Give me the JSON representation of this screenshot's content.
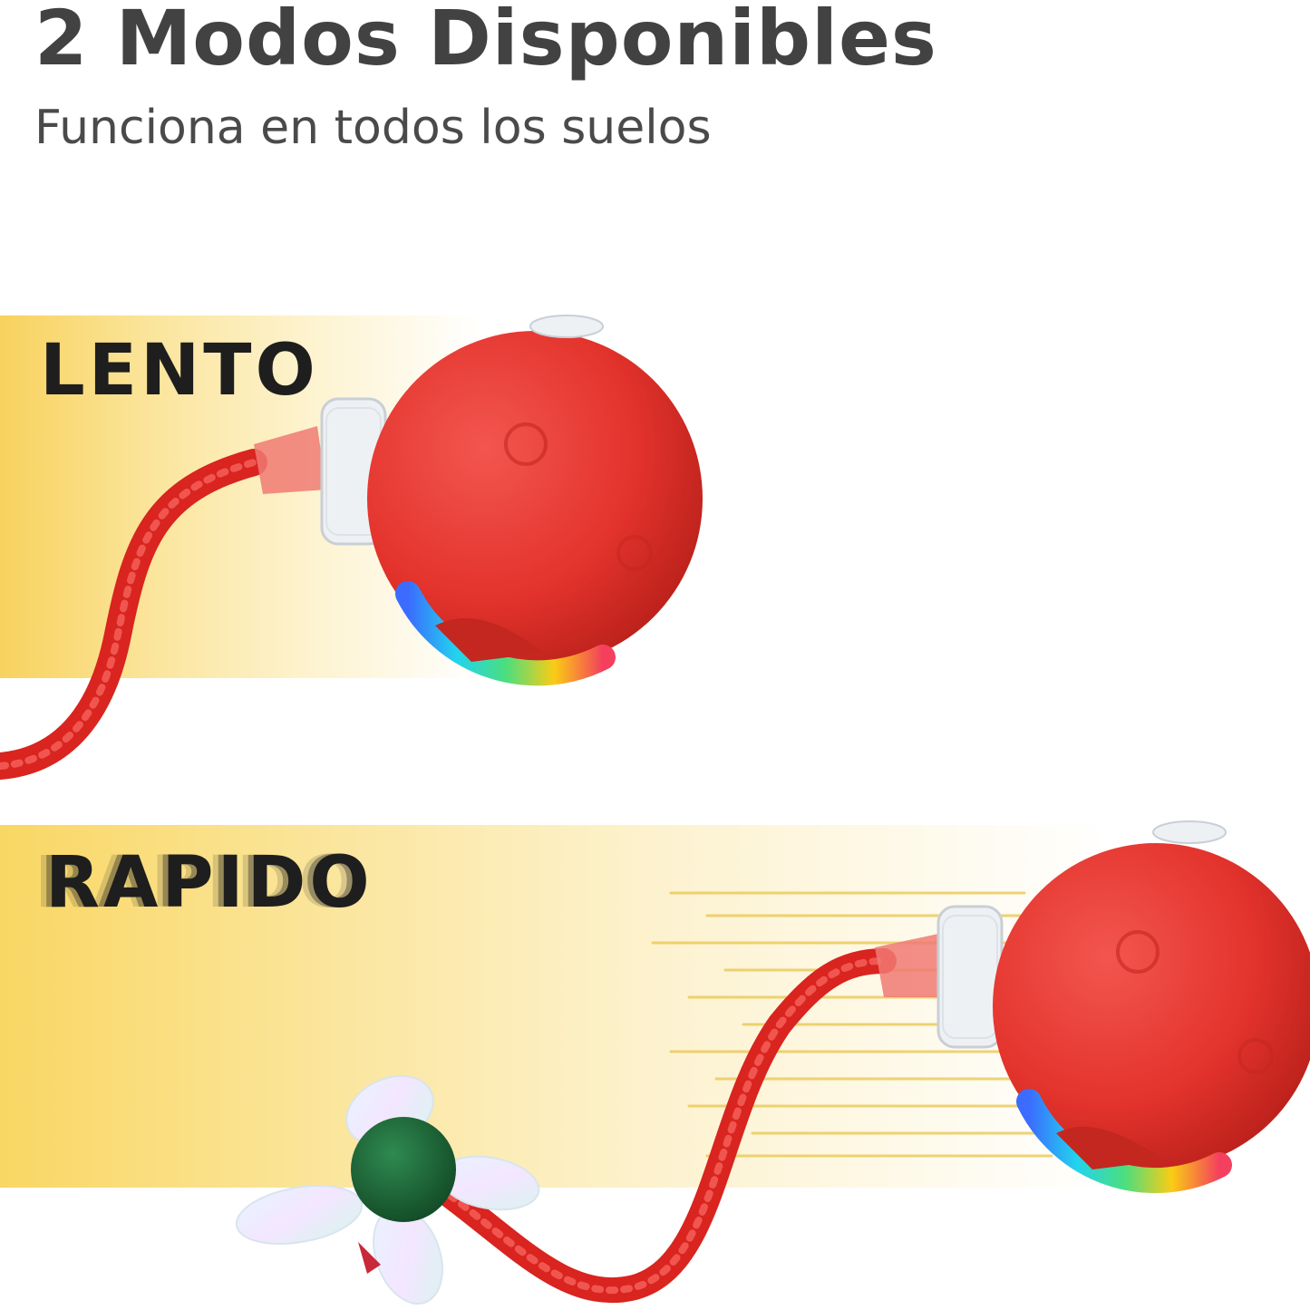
{
  "header": {
    "title": "2 Modos Disponibles",
    "subtitle": "Funciona en todos los suelos"
  },
  "modes": [
    {
      "label": "LENTO"
    },
    {
      "label": "RAPIDO"
    }
  ],
  "colors": {
    "title": "#424242",
    "band_yellow": "#f8d25e",
    "ball_red": "#e8342e",
    "rope_red": "#e02a24",
    "pompom_green": "#1f6b3a"
  },
  "icons": [
    "red-ball-toy",
    "rope",
    "rainbow-led-strip",
    "feather-pompom-toy",
    "speed-lines"
  ]
}
